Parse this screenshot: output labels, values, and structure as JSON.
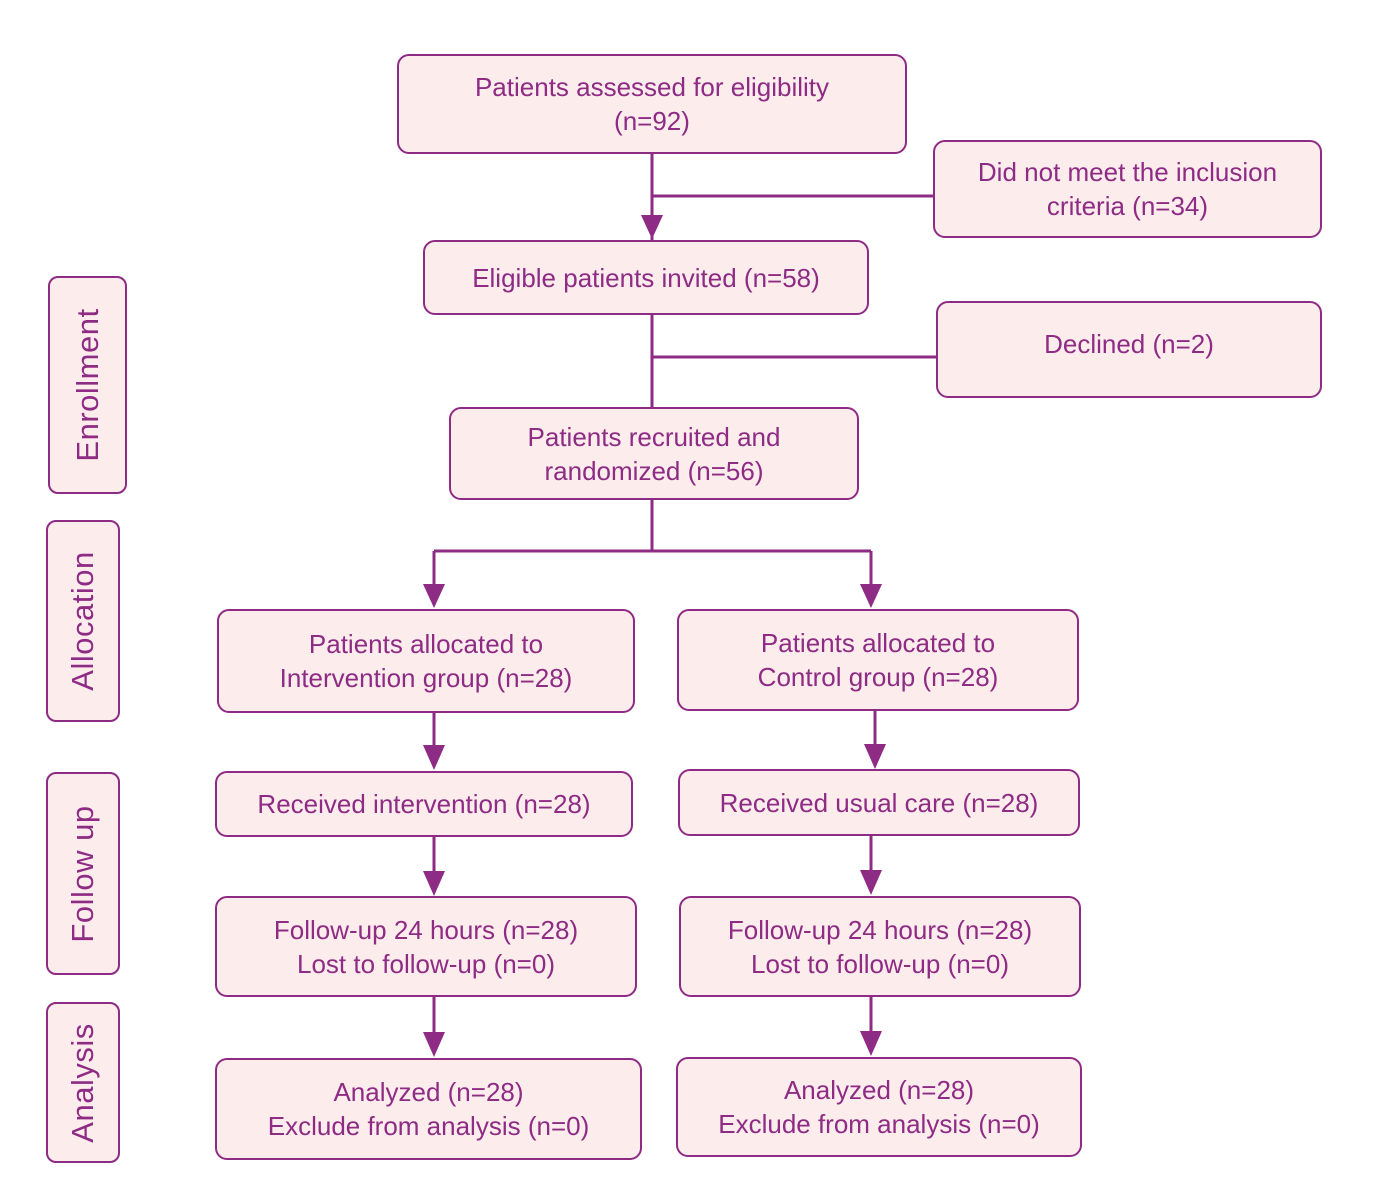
{
  "colors": {
    "stroke": "#8e2b84",
    "fill": "#fcecec",
    "text": "#8e2b84"
  },
  "stages": {
    "enrollment": "Enrollment",
    "allocation": "Allocation",
    "follow_up": "Follow up",
    "analysis": "Analysis"
  },
  "nodes": {
    "assessed": "Patients assessed for eligibility\n(n=92)",
    "not_meet": "Did not meet the inclusion\ncriteria (n=34)",
    "invited": "Eligible patients invited (n=58)",
    "declined": "Declined (n=2)",
    "randomized": "Patients recruited and\nrandomized (n=56)",
    "alloc_intervention": "Patients allocated to\nIntervention group (n=28)",
    "alloc_control": "Patients allocated to\nControl group (n=28)",
    "received_intervention": "Received intervention (n=28)",
    "received_usual": "Received usual care (n=28)",
    "followup_intervention": "Follow-up 24 hours (n=28)\nLost to follow-up (n=0)",
    "followup_control": "Follow-up 24 hours (n=28)\nLost to follow-up (n=0)",
    "analyzed_intervention": "Analyzed (n=28)\nExclude from analysis (n=0)",
    "analyzed_control": "Analyzed (n=28)\nExclude from analysis (n=0)"
  }
}
